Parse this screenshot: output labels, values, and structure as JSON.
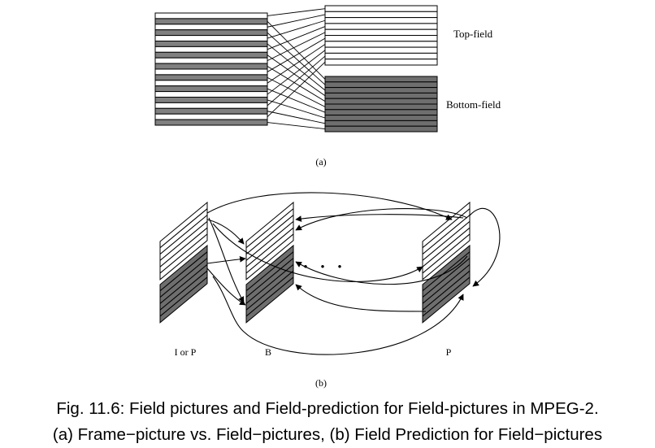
{
  "part_a": {
    "top_field_label": "Top-field",
    "bottom_field_label": "Bottom-field",
    "sublabel": "(a)",
    "frame_lines": 20,
    "field_lines": 10,
    "colors": {
      "stroke": "#000000",
      "dark_line": "#808080",
      "light_line": "#ffffff",
      "dark_field": "#6e6e6e"
    }
  },
  "part_b": {
    "label_left": "I or P",
    "label_mid": "B",
    "label_right": "P",
    "ellipsis": "• • •",
    "sublabel": "(b)"
  },
  "caption": {
    "line1": "Fig. 11.6: Field pictures and Field-prediction for Field-pictures in MPEG-2.",
    "line2": "(a) Frame−picture vs. Field−pictures, (b) Field Prediction for Field−pictures"
  }
}
